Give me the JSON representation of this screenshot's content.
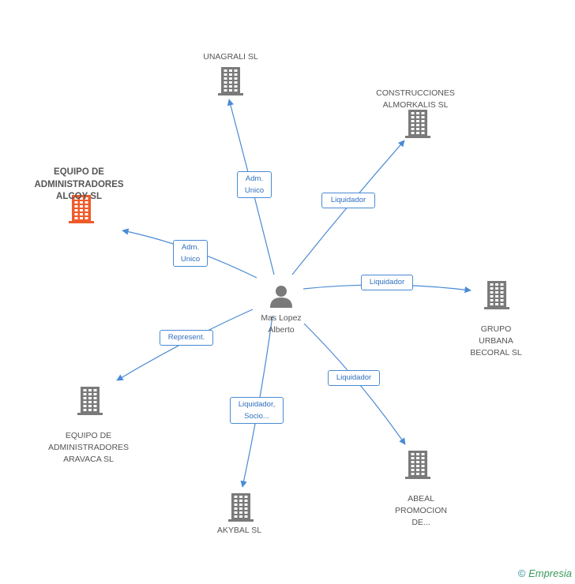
{
  "colors": {
    "edge": "#4a8ad4",
    "building": "#7a7a7a",
    "highlight": "#f05a2a",
    "person": "#7a7a7a"
  },
  "center": {
    "label": "Mas Lopez\nAlberto",
    "icon": "person-icon"
  },
  "nodes": [
    {
      "id": "unagrali",
      "label": "UNAGRALI SL",
      "icon": "building-icon",
      "highlight": false
    },
    {
      "id": "construcciones",
      "label": "CONSTRUCCIONES\nALMORKALIS SL",
      "icon": "building-icon",
      "highlight": false
    },
    {
      "id": "alcoy",
      "label": "EQUIPO DE\nADMINISTRADORES\nALCOY SL",
      "icon": "building-icon",
      "highlight": true
    },
    {
      "id": "grupo",
      "label": "GRUPO\nURBANA\nBECORAL SL",
      "icon": "building-icon",
      "highlight": false
    },
    {
      "id": "aravaca",
      "label": "EQUIPO DE\nADMINISTRADORES\nARAVACA SL",
      "icon": "building-icon",
      "highlight": false
    },
    {
      "id": "abeal",
      "label": "ABEAL\nPROMOCION\nDE...",
      "icon": "building-icon",
      "highlight": false
    },
    {
      "id": "akybal",
      "label": "AKYBAL SL",
      "icon": "building-icon",
      "highlight": false
    }
  ],
  "edges": [
    {
      "target": "unagrali",
      "label": "Adm.\nUnico"
    },
    {
      "target": "construcciones",
      "label": "Liquidador"
    },
    {
      "target": "alcoy",
      "label": "Adm.\nUnico"
    },
    {
      "target": "grupo",
      "label": "Liquidador"
    },
    {
      "target": "aravaca",
      "label": "Represent."
    },
    {
      "target": "abeal",
      "label": "Liquidador"
    },
    {
      "target": "akybal",
      "label": "Liquidador,\nSocio..."
    }
  ],
  "footer": {
    "copyright": "©",
    "brand": "Empresia"
  }
}
